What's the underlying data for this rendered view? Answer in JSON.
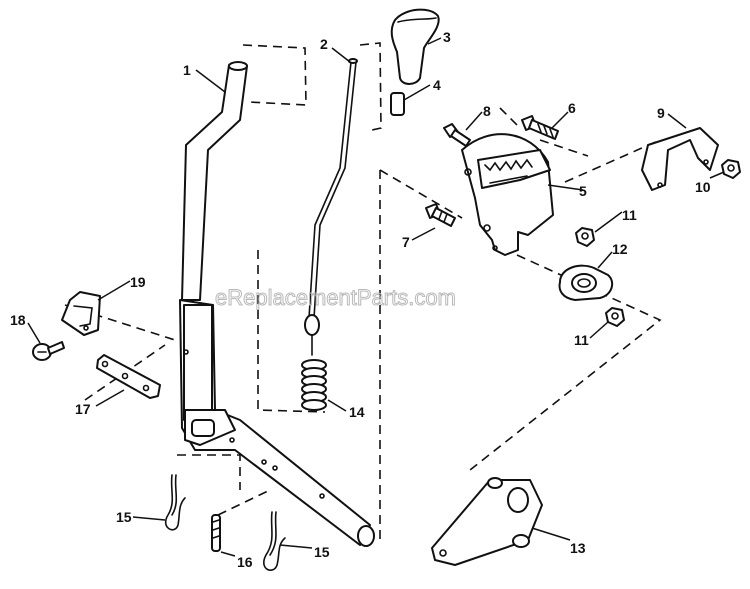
{
  "watermark": "eReplacementParts.com",
  "callouts": [
    "1",
    "2",
    "3",
    "4",
    "5",
    "6",
    "7",
    "8",
    "9",
    "10",
    "11",
    "11",
    "12",
    "13",
    "14",
    "15",
    "15",
    "16",
    "17",
    "18",
    "19"
  ]
}
